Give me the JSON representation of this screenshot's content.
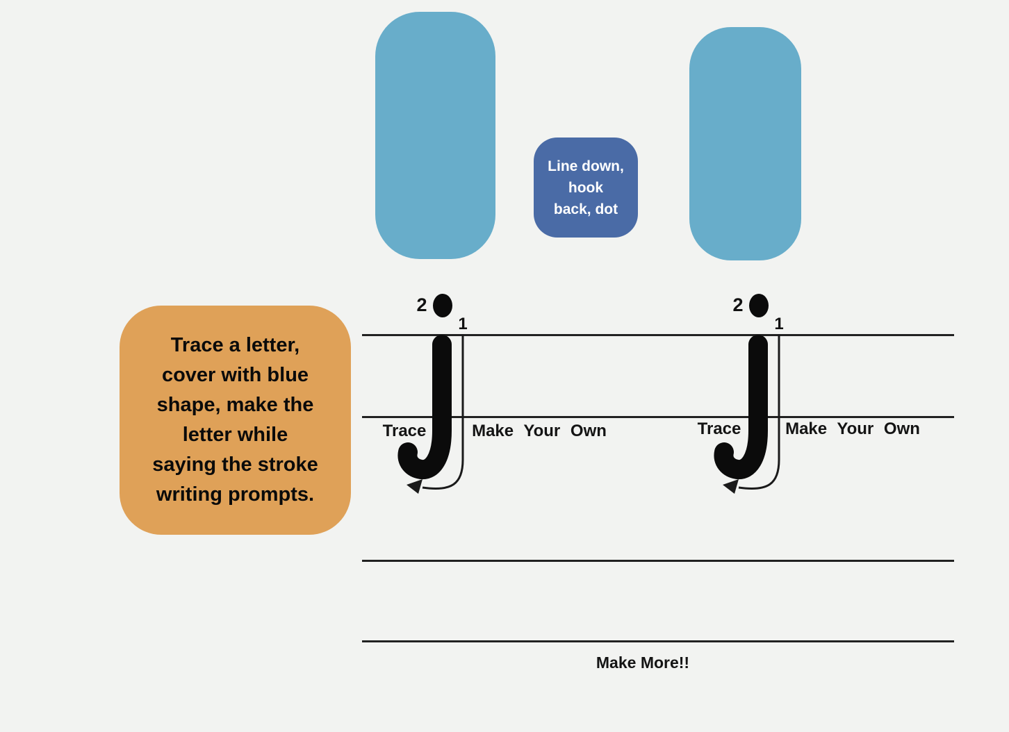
{
  "colors": {
    "background": "#f2f3f1",
    "cover_shape_blue": "#68adca",
    "prompt_card_blue": "#4a6ba6",
    "instruction_card_orange": "#dfa158",
    "writing_line": "#212121",
    "ink": "#0b0b0b",
    "prompt_text": "#ffffff"
  },
  "instruction_card": {
    "lines": [
      "Trace a letter,",
      "cover with blue",
      "shape, make the",
      "letter while",
      "saying the stroke",
      "writing prompts."
    ]
  },
  "prompt_card": {
    "lines": [
      "Line down,",
      "hook",
      "back, dot"
    ]
  },
  "practice": {
    "groups": [
      {
        "letter": "j",
        "stroke_dot_number": "2",
        "stroke_down_number": "1",
        "trace_label": "Trace",
        "make_your_own_label": "Make Your Own"
      },
      {
        "letter": "j",
        "stroke_dot_number": "2",
        "stroke_down_number": "1",
        "trace_label": "Trace",
        "make_your_own_label": "Make Your Own"
      }
    ],
    "make_more_label": "Make More!!"
  }
}
